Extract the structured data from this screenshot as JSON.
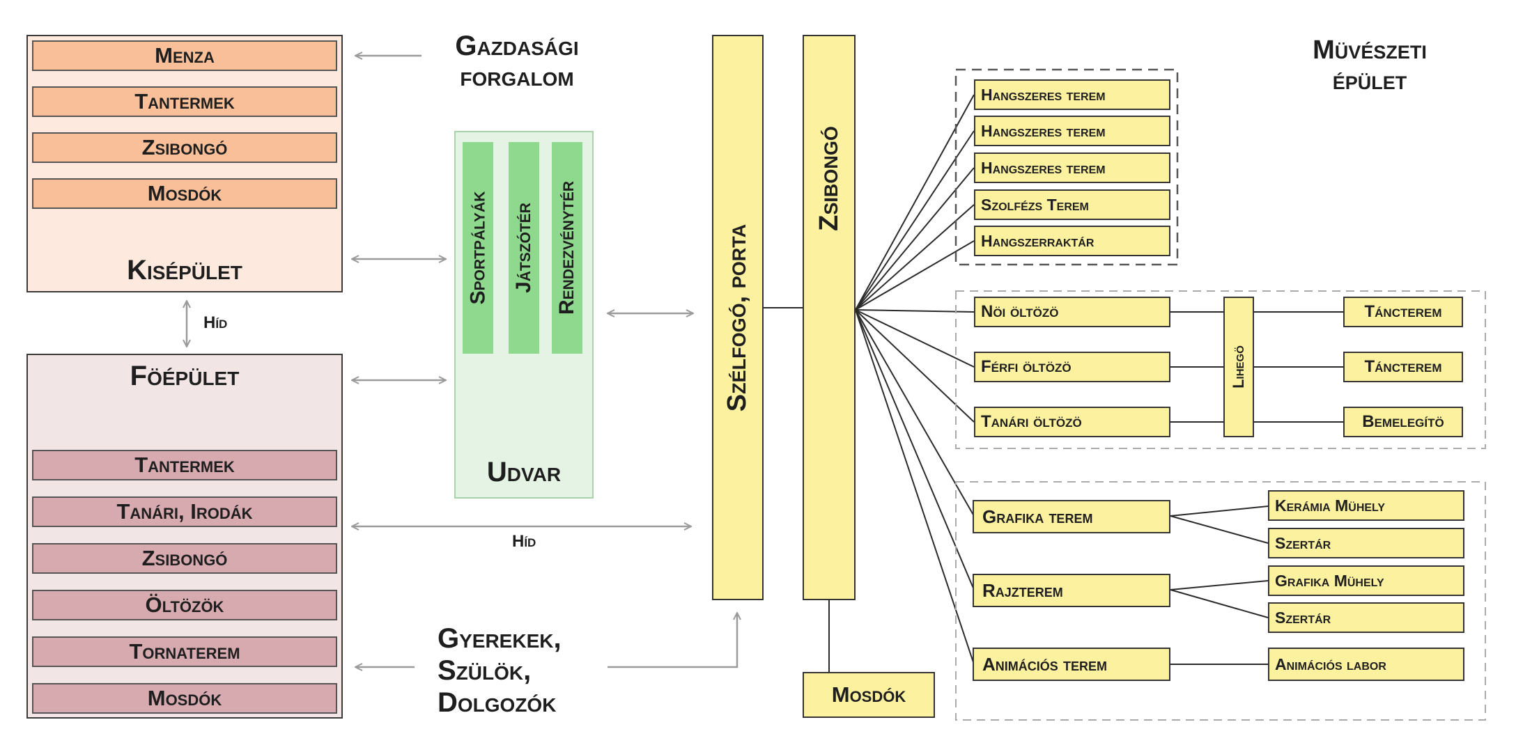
{
  "colors": {
    "kisepulet_bg": "#fde9dd",
    "kisepulet_bar": "#f9bf98",
    "foepulet_bg": "#f1e5e6",
    "foepulet_bar": "#d7aab0",
    "udvar_bg": "#e4f3e3",
    "udvar_bar": "#8fd98f",
    "muveszeti_bg": "#fdfae4",
    "yellow_box": "#fbf19e",
    "arrow": "#9a9a9a"
  },
  "kisepulet": {
    "title": "Kisépület",
    "rooms": [
      "Menza",
      "Tantermek",
      "Zsibongó",
      "Mosdók"
    ]
  },
  "foepulet": {
    "title": "Föépület",
    "rooms": [
      "Tantermek",
      "Tanári, Irodák",
      "Zsibongó",
      "Öltözök",
      "Tornaterem",
      "Mosdók"
    ]
  },
  "hid_labels": [
    "Híd",
    "Híd"
  ],
  "gazdasagi": [
    "Gazdasági",
    "forgalom"
  ],
  "udvar": {
    "title": "Udvar",
    "areas": [
      "Sportpályák",
      "Játszótér",
      "Rendezvénytér"
    ]
  },
  "gyerekek": [
    "Gyerekek,",
    "Szülök,",
    "Dolgozók"
  ],
  "muveszeti": {
    "title": [
      "Müvészeti",
      "épület"
    ],
    "szelfogo": "Szélfogó, porta",
    "zsibongo": "Zsibongó",
    "mosdok": "Mosdók",
    "music_rooms": [
      "Hangszeres terem",
      "Hangszeres terem",
      "Hangszeres terem",
      "Szolfézs Terem",
      "Hangszerraktár"
    ],
    "locker_rooms": [
      "Nöi öltözö",
      "Férfi öltözö",
      "Tanári  öltözö"
    ],
    "lihego": "Lihegö",
    "dance_rooms": [
      "Táncterem",
      "Táncterem",
      "Bemelegítö"
    ],
    "art_rooms": [
      "Grafika terem",
      "Rajzterem",
      "Animációs terem"
    ],
    "workshops": [
      "Kerámia Mühely",
      "Szertár",
      "Grafika Mühely",
      "Szertár",
      "Animációs labor"
    ]
  }
}
